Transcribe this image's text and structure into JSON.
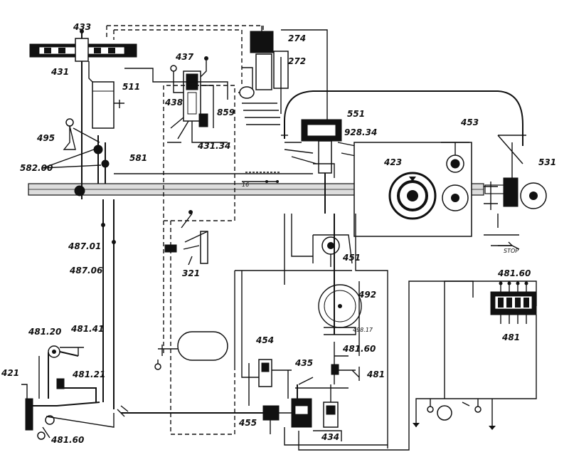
{
  "labels": {
    "l433": "433",
    "l431": "431",
    "l437": "437",
    "l274": "274",
    "l272": "272",
    "l511": "511",
    "l438": "438",
    "l859": "859",
    "l49534": "431.34",
    "l495": "495",
    "l551": "551",
    "l92834": "928.34",
    "l453": "453",
    "l423": "423",
    "l531": "531",
    "l58200": "582.00",
    "l581": "581",
    "l48701": "487.01",
    "l48706": "487.06",
    "l321": "321",
    "l451": "451",
    "l48160top": "481.60",
    "l481": "481",
    "l492": "492",
    "l49817": "498.17",
    "l454": "454",
    "l48160mid": "481.60",
    "l435": "435",
    "l48181": "481",
    "l455": "455",
    "l434": "434",
    "l48120": "481.20",
    "l48141": "481.41",
    "l421": "421",
    "l48121": "481.21",
    "l48160bot": "481.60",
    "l_stop": "STOP",
    "l_16": "16"
  }
}
